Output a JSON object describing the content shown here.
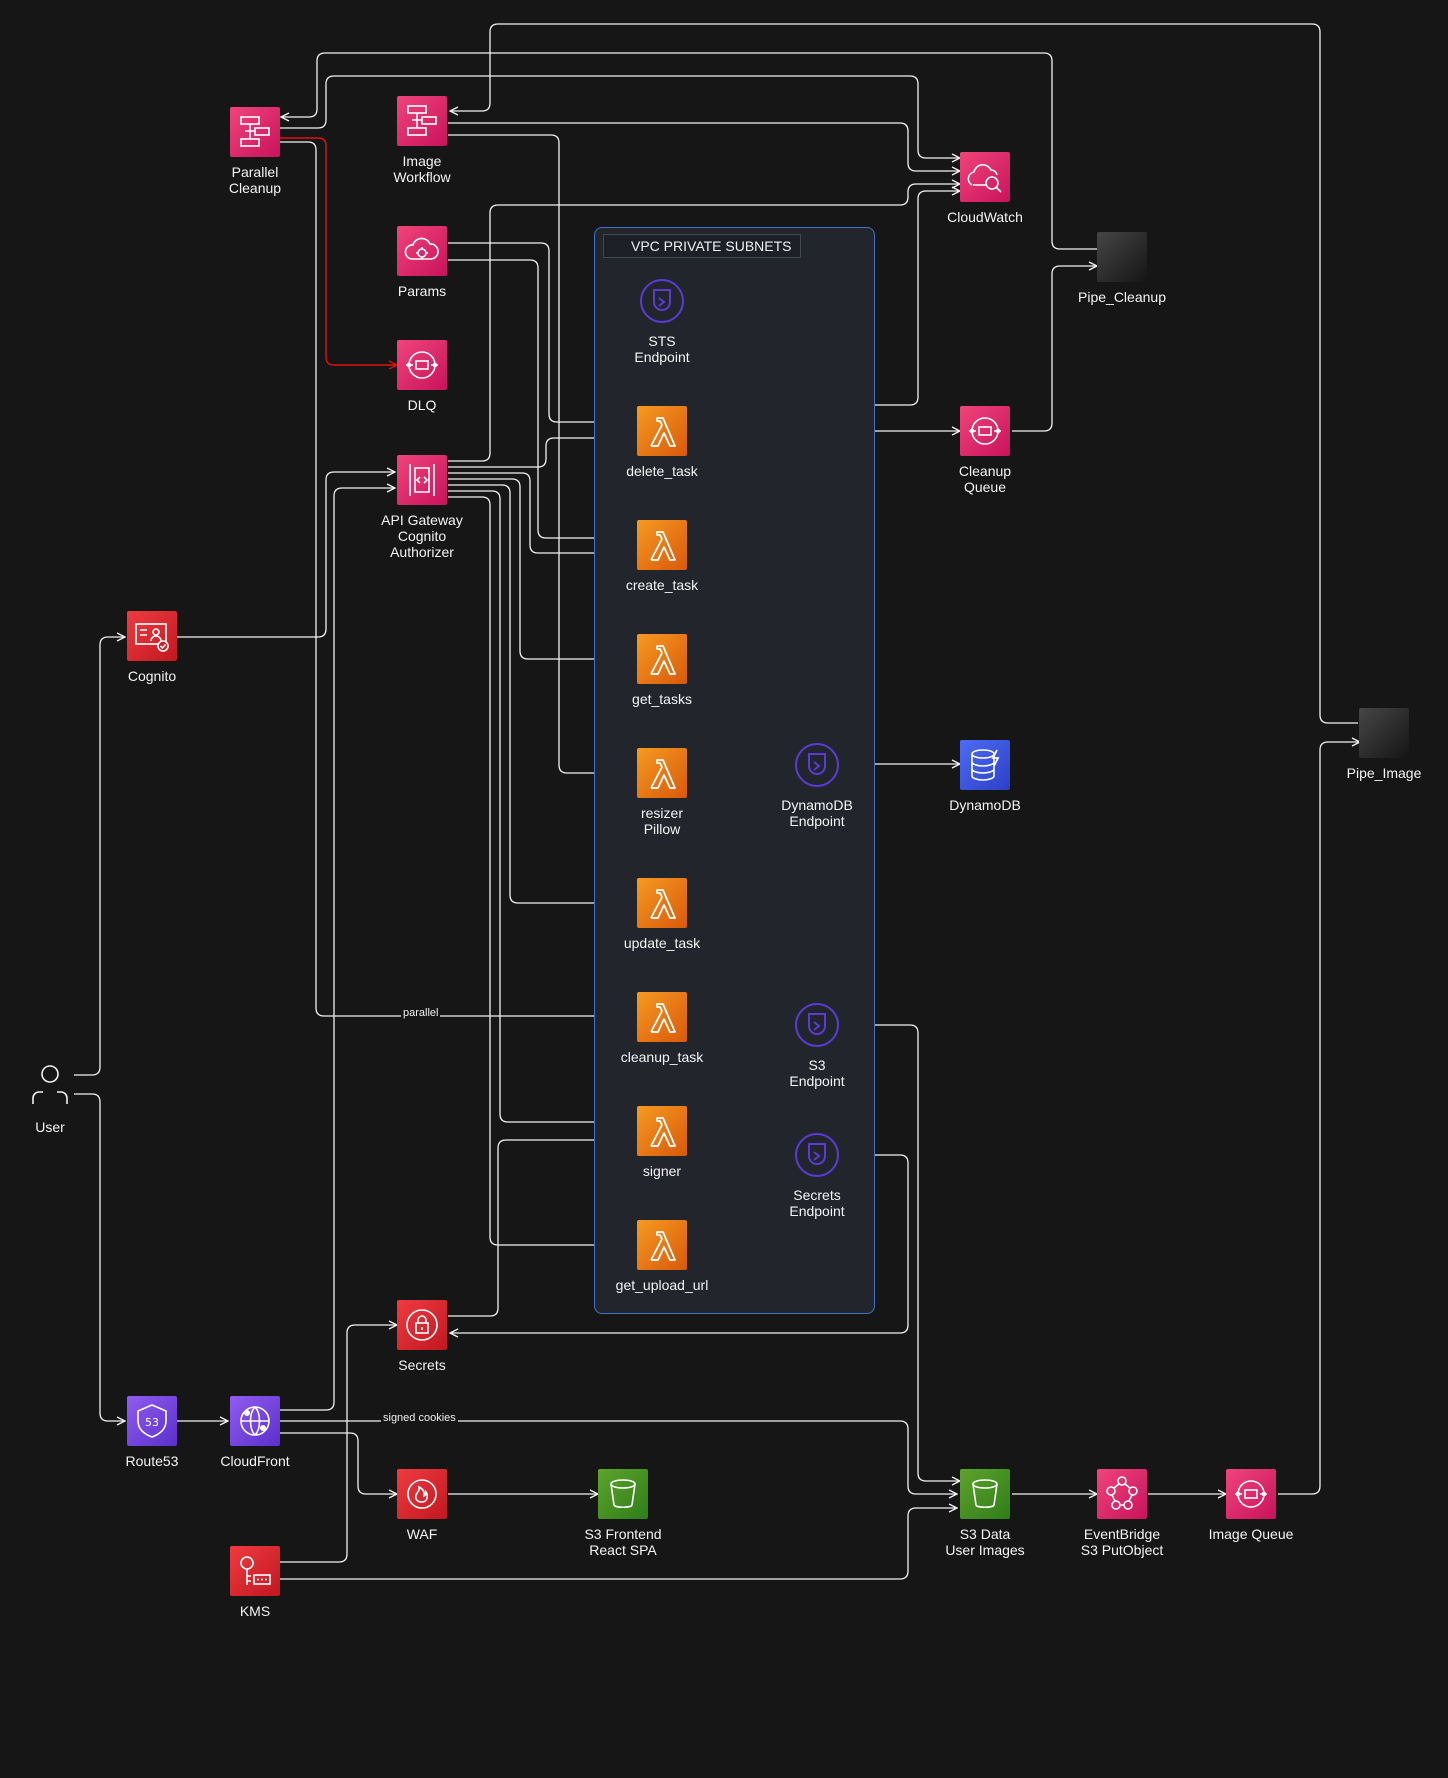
{
  "vpc": {
    "title": "VPC PRIVATE SUBNETS"
  },
  "nodes": {
    "parallel_cleanup": "Parallel\nCleanup",
    "image_workflow": "Image\nWorkflow",
    "cloudwatch": "CloudWatch",
    "params": "Params",
    "dlq": "DLQ",
    "pipe_cleanup": "Pipe_Cleanup",
    "sts_endpoint": "STS\nEndpoint",
    "delete_task": "delete_task",
    "cleanup_queue": "Cleanup\nQueue",
    "api_gateway": "API Gateway\nCognito\nAuthorizer",
    "create_task": "create_task",
    "cognito": "Cognito",
    "get_tasks": "get_tasks",
    "pipe_image": "Pipe_Image",
    "resizer": "resizer\nPillow",
    "dynamodb_endpoint": "DynamoDB\nEndpoint",
    "dynamodb": "DynamoDB",
    "update_task": "update_task",
    "cleanup_task": "cleanup_task",
    "s3_endpoint": "S3\nEndpoint",
    "user": "User",
    "signer": "signer",
    "secrets_endpoint": "Secrets\nEndpoint",
    "get_upload_url": "get_upload_url",
    "secrets": "Secrets",
    "route53": "Route53",
    "cloudfront": "CloudFront",
    "waf": "WAF",
    "s3_frontend": "S3 Frontend\nReact SPA",
    "s3_data": "S3 Data\nUser Images",
    "eventbridge": "EventBridge\nS3 PutObject",
    "image_queue": "Image Queue",
    "kms": "KMS"
  },
  "edge_labels": {
    "parallel": "parallel",
    "signed_cookies": "signed cookies"
  },
  "colors": {
    "background": "#161617",
    "wire": "#f2f2f2",
    "error_wire": "#e01010",
    "vpc_border": "#3f73c7"
  }
}
